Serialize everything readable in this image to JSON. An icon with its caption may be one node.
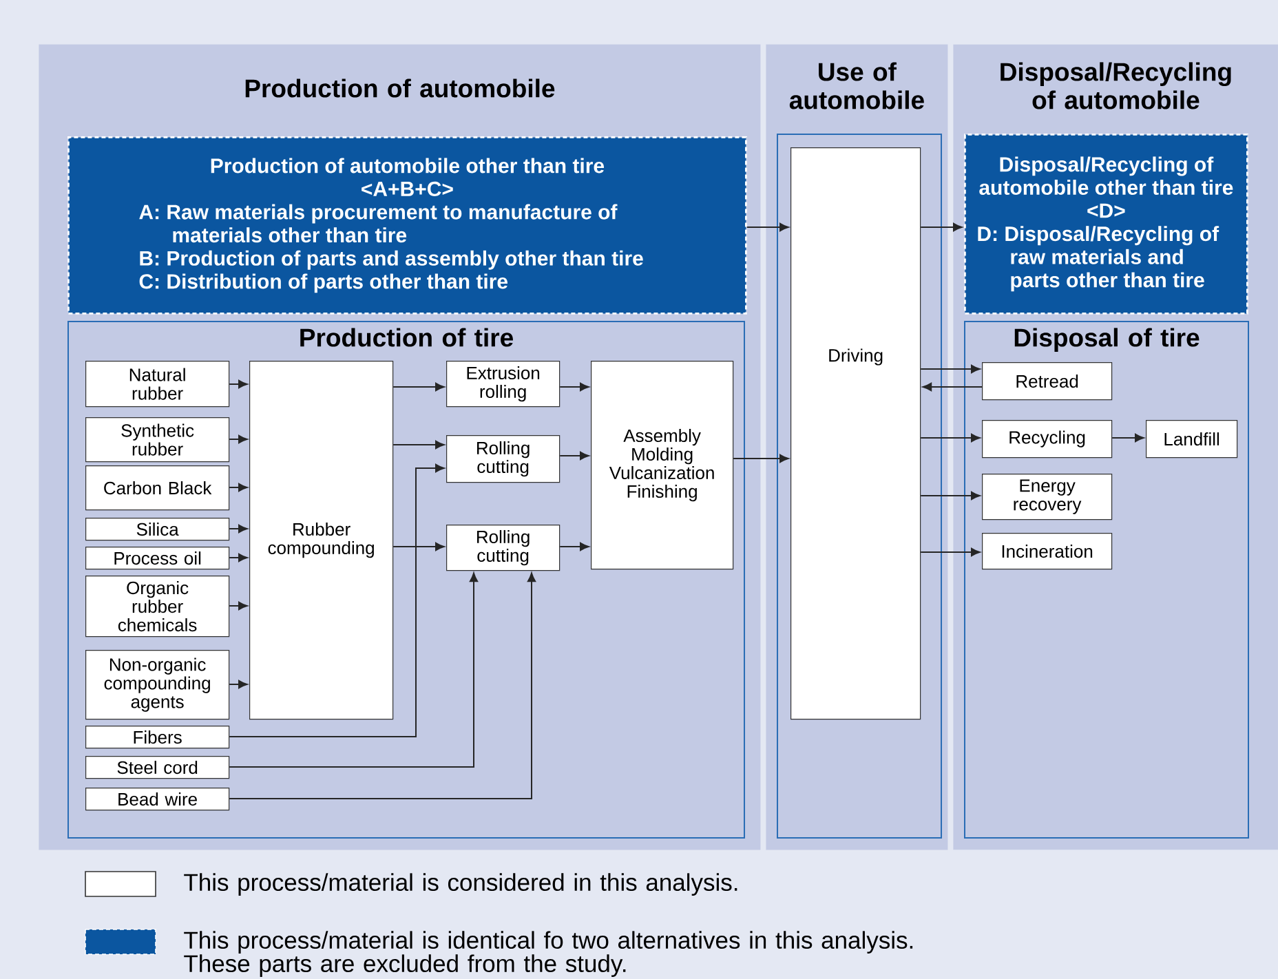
{
  "diagram": {
    "nodes": [
      {
        "text": [
          "Production of automobile"
        ]
      },
      {
        "text": [
          "Production of automobile other than tire",
          "<A+B+C>",
          "A: Raw materials procurement to manufacture of materials other than tire",
          "B: Production of parts and assembly other than tire",
          "C: Distribution of parts other than tire"
        ],
        "in": 0
      },
      {
        "text": [
          "Production of tire"
        ],
        "in": 0
      },
      {
        "text": [
          "Natural rubber"
        ],
        "in": 2
      },
      {
        "text": [
          "Synthetic rubber"
        ],
        "in": 2
      },
      {
        "text": [
          "Carbon Black"
        ],
        "in": 2
      },
      {
        "text": [
          "Silica"
        ],
        "in": 2
      },
      {
        "text": [
          "Process oil"
        ],
        "in": 2
      },
      {
        "text": [
          "Organic rubber chemicals"
        ],
        "in": 2
      },
      {
        "text": [
          "Non-organic compounding agents"
        ],
        "in": 2
      },
      {
        "text": [
          "Fibers"
        ],
        "in": 2
      },
      {
        "text": [
          "Steel cord"
        ],
        "in": 2
      },
      {
        "text": [
          "Bead wire"
        ],
        "in": 2
      },
      {
        "text": [
          "Rubber compounding"
        ],
        "in": 2
      },
      {
        "text": [
          "Extrusion rolling"
        ],
        "in": 2
      },
      {
        "text": [
          "Rolling cutting"
        ],
        "in": 2
      },
      {
        "text": [
          "Rolling cutting"
        ],
        "in": 2
      },
      {
        "text": [
          "Assembly Molding Vulcanization Finishing"
        ],
        "in": 2
      },
      {
        "text": [
          "Use of automobile"
        ]
      },
      {
        "text": [],
        "shape": "box",
        "in": 18
      },
      {
        "text": [
          "Driving"
        ],
        "in": 19
      },
      {
        "text": [
          "Disposal/Recycling of automobile"
        ]
      },
      {
        "text": [
          "Disposal/Recycling of automobile other than tire",
          "<D>",
          "D: Disposal/Recycling of raw materials and parts other than tire"
        ],
        "in": 21
      },
      {
        "text": [
          "Disposal of tire"
        ],
        "in": 21
      },
      {
        "text": [
          "Retread"
        ],
        "in": 23
      },
      {
        "text": [
          "Recycling"
        ],
        "in": 23
      },
      {
        "text": [
          "Energy recovery"
        ],
        "in": 23
      },
      {
        "text": [
          "Incineration"
        ],
        "in": 23
      },
      {
        "text": [
          "Landfill"
        ],
        "in": 23
      }
    ],
    "edges": [
      {
        "from": 3,
        "to": 13,
        "arrow": "to"
      },
      {
        "from": 4,
        "to": 13,
        "arrow": "to"
      },
      {
        "from": 5,
        "to": 13,
        "arrow": "to"
      },
      {
        "from": 6,
        "to": 13,
        "arrow": "to"
      },
      {
        "from": 7,
        "to": 13,
        "arrow": "to"
      },
      {
        "from": 8,
        "to": 13,
        "arrow": "to"
      },
      {
        "from": 9,
        "to": 13,
        "arrow": "to"
      },
      {
        "from": 13,
        "to": 14,
        "arrow": "to"
      },
      {
        "from": 13,
        "to": 15,
        "arrow": "to"
      },
      {
        "from": 13,
        "to": 16,
        "arrow": "to"
      },
      {
        "from": 10,
        "to": 15,
        "arrow": "to"
      },
      {
        "from": 11,
        "to": 16,
        "arrow": "to"
      },
      {
        "from": 12,
        "to": 16,
        "arrow": "to"
      },
      {
        "from": 14,
        "to": 17,
        "arrow": "to"
      },
      {
        "from": 15,
        "to": 17,
        "arrow": "to"
      },
      {
        "from": 16,
        "to": 17,
        "arrow": "to"
      },
      {
        "from": 1,
        "to": 20,
        "arrow": "to"
      },
      {
        "from": 17,
        "to": 20,
        "arrow": "to"
      },
      {
        "from": 20,
        "to": 22,
        "arrow": "to"
      },
      {
        "from": 20,
        "to": 24,
        "arrow": "to"
      },
      {
        "from": 24,
        "to": 20,
        "arrow": "to"
      },
      {
        "from": 20,
        "to": 25,
        "arrow": "to"
      },
      {
        "from": 20,
        "to": 26,
        "arrow": "to"
      },
      {
        "from": 20,
        "to": 27,
        "arrow": "to"
      },
      {
        "from": 25,
        "to": 28,
        "arrow": "to"
      }
    ],
    "legend": [
      {
        "text": "This process/material is considered in this analysis.",
        "color": "#ffffff"
      },
      {
        "text": "This process/material is identical fo two alternatives in this analysis. These parts are excluded from the study.",
        "color": "#0b56a0"
      }
    ]
  }
}
